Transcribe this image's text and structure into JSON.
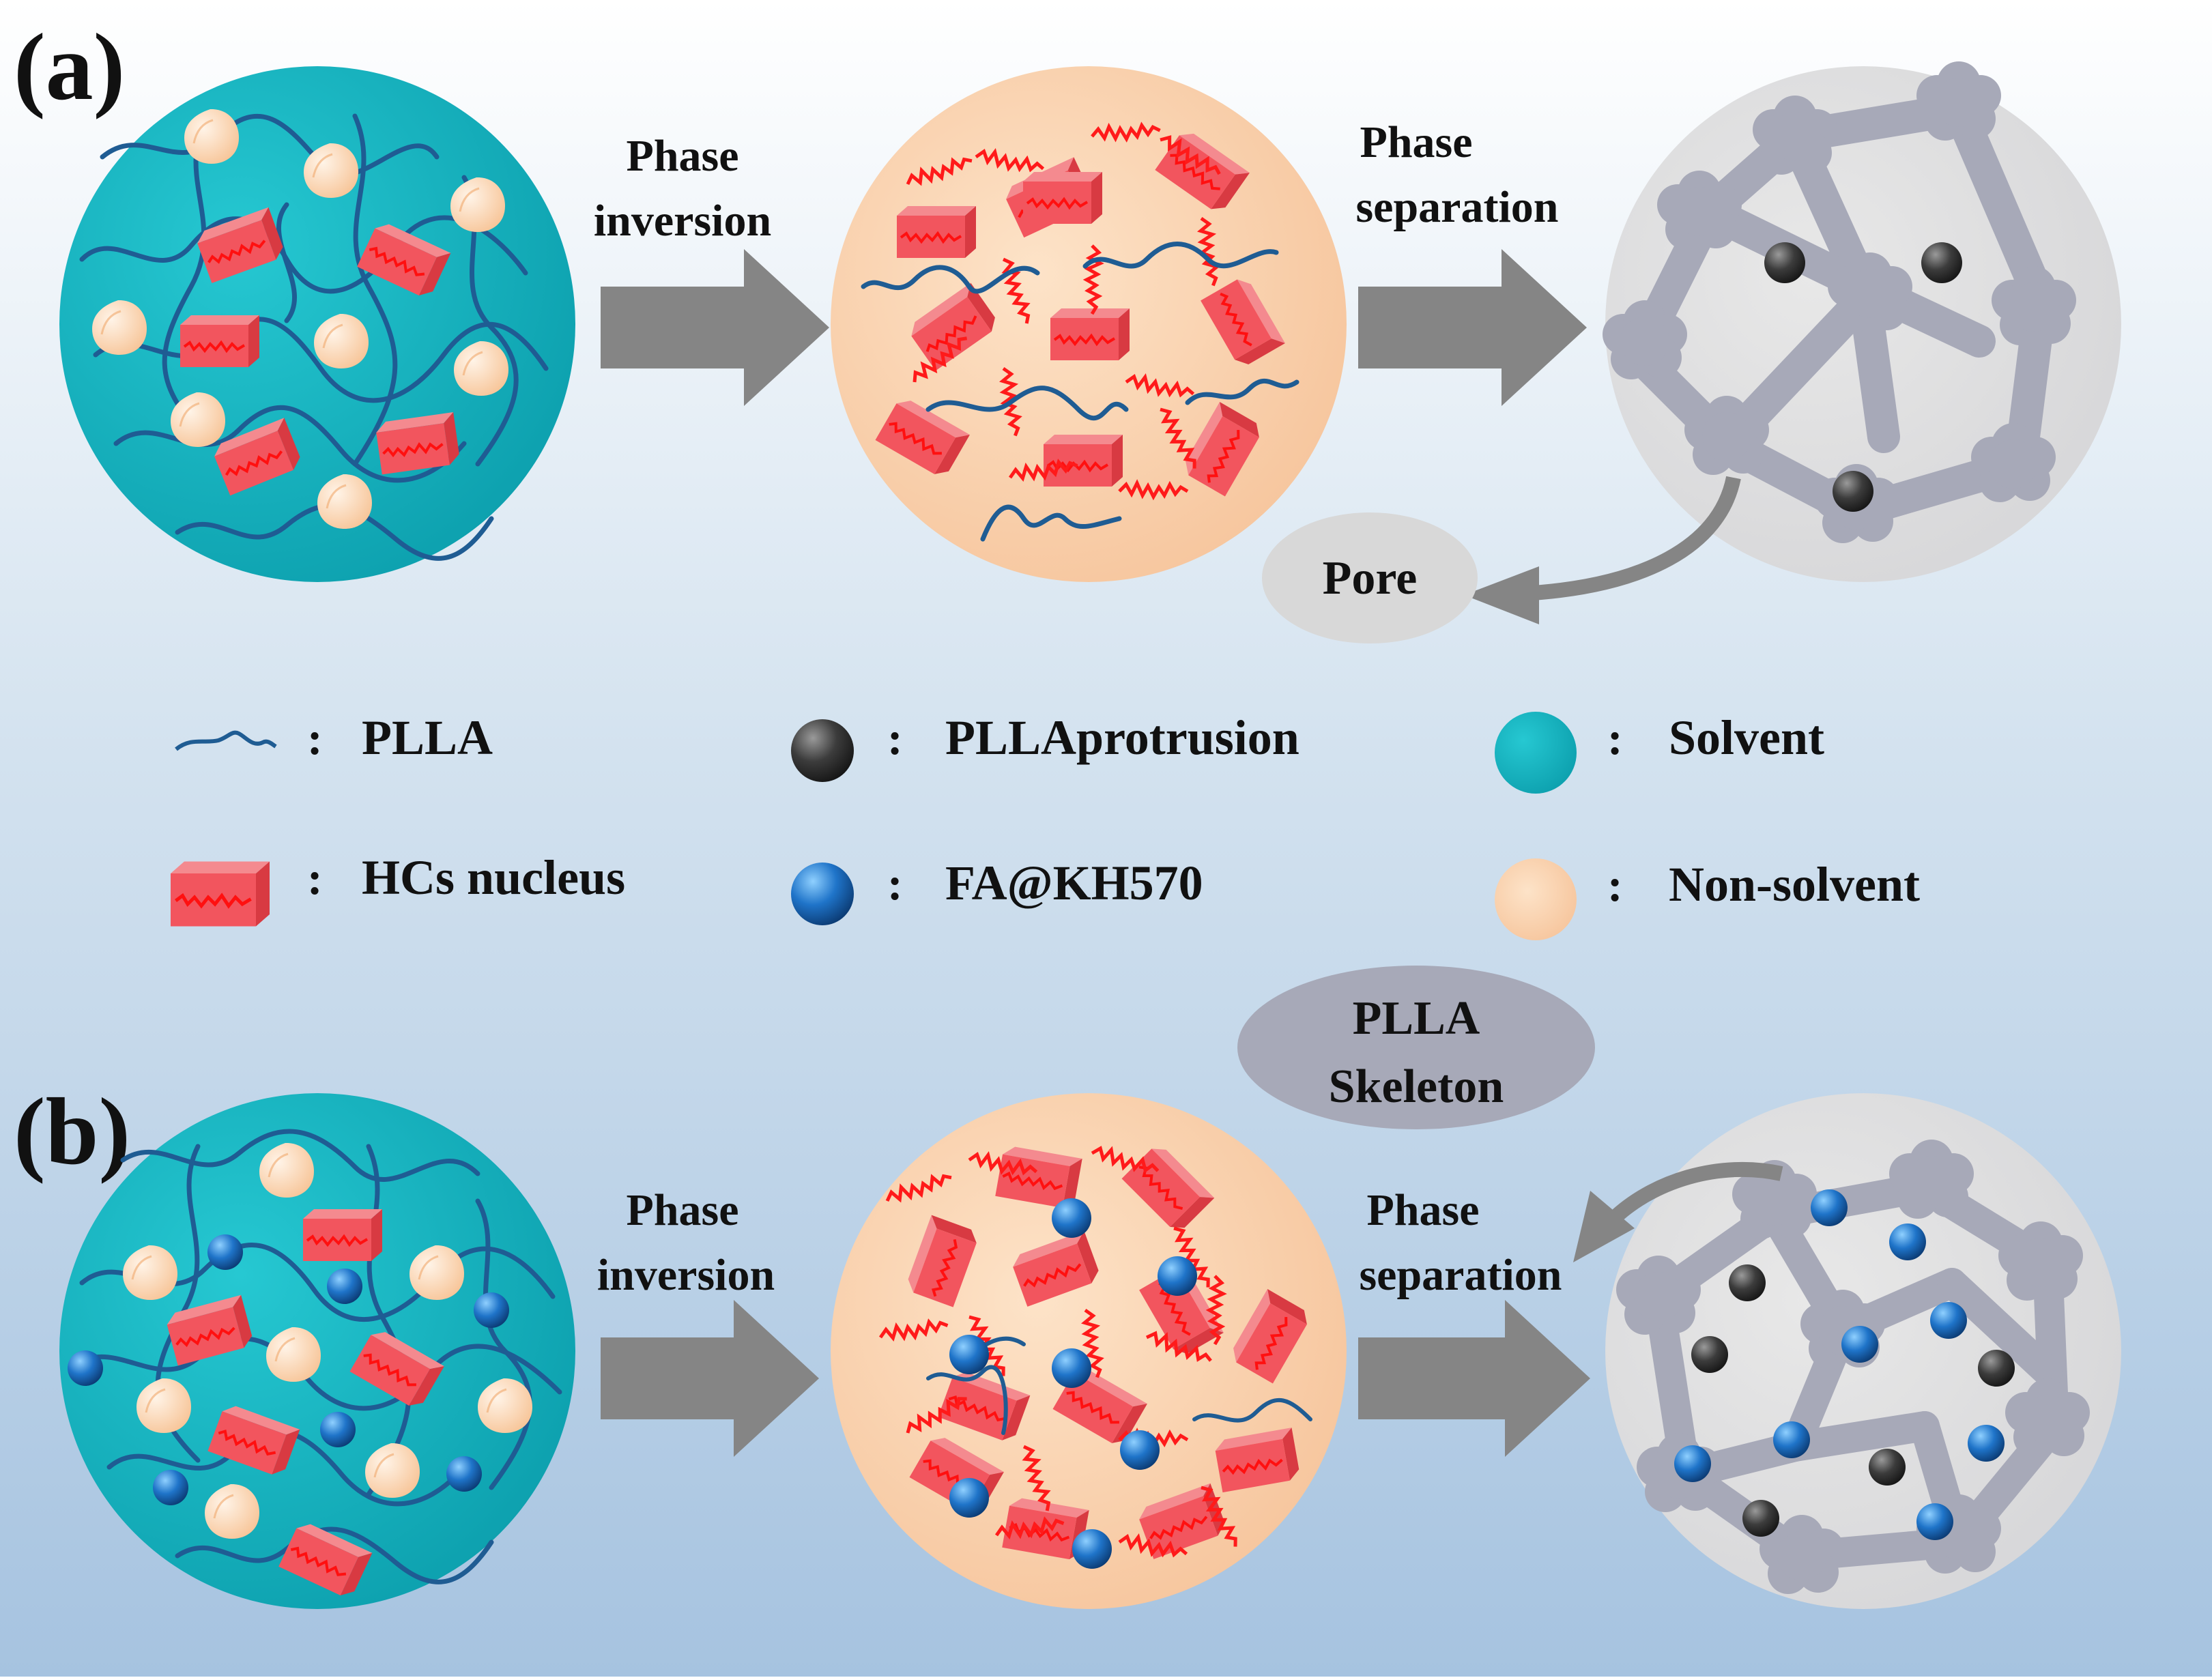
{
  "panel_a": {
    "label": "(a)",
    "step1": {
      "line1": "Phase",
      "line2": "inversion"
    },
    "step2": {
      "line1": "Phase",
      "line2": "separation"
    },
    "callout": "Pore"
  },
  "panel_b": {
    "label": "(b)",
    "step1": {
      "line1": "Phase",
      "line2": "inversion"
    },
    "step2": {
      "line1": "Phase",
      "line2": "separation"
    },
    "callout": {
      "line1": "PLLA",
      "line2": "Skeleton"
    }
  },
  "legend": {
    "separator": ":",
    "pla": "PLLA",
    "hcs": "HCs nucleus",
    "protrusion": "PLLAprotrusion",
    "fa": "FA@KH570",
    "solvent": "Solvent",
    "nonsolvent": "Non-solvent"
  },
  "colors": {
    "solvent": "#0fb3bf",
    "non_solvent": "#f8cda8",
    "pla_chain": "#1f5c93",
    "hcs_nucleus": "#f2555e",
    "hcs_chain": "#ff1a1a",
    "protrusion": "#3a3a3a",
    "fa_kh570": "#1f74c9",
    "skeleton": "#a7a9b8",
    "arrow": "#858585",
    "background_top": "#ffffff",
    "background_bottom": "#a6c3e0"
  }
}
